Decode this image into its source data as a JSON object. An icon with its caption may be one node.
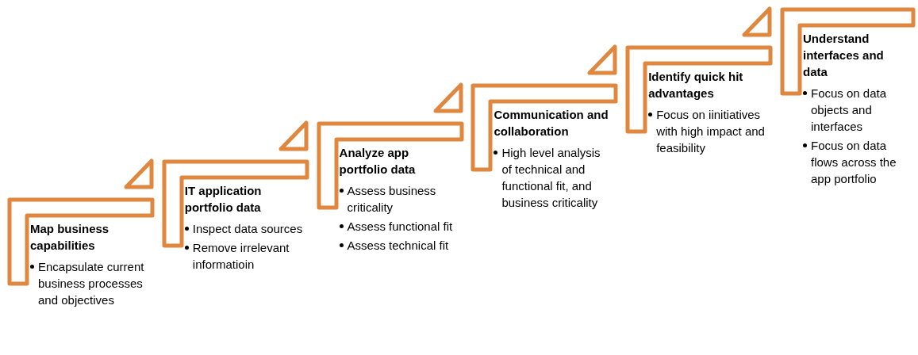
{
  "diagram": {
    "nodes": [
      {
        "text": [
          "Map business capabilities",
          "Encapsulate current business processes and objectives"
        ]
      },
      {
        "text": [
          "IT application portfolio data",
          "Inspect data sources",
          "Remove irrelevant informatioin"
        ]
      },
      {
        "text": [
          "Analyze app portfolio data",
          "Assess business criticality",
          "Assess functional fit",
          "Assess technical fit"
        ]
      },
      {
        "text": [
          "Communication and collaboration",
          "High level analysis of technical and functional fit, and business criticality"
        ]
      },
      {
        "text": [
          "Identify quick hit advantages",
          "Focus on iinitiatives with high impact and feasibility"
        ]
      },
      {
        "text": [
          "Understand interfaces and data",
          "Focus on data objects and interfaces",
          "Focus on data flows across the app portfolio"
        ]
      }
    ]
  }
}
